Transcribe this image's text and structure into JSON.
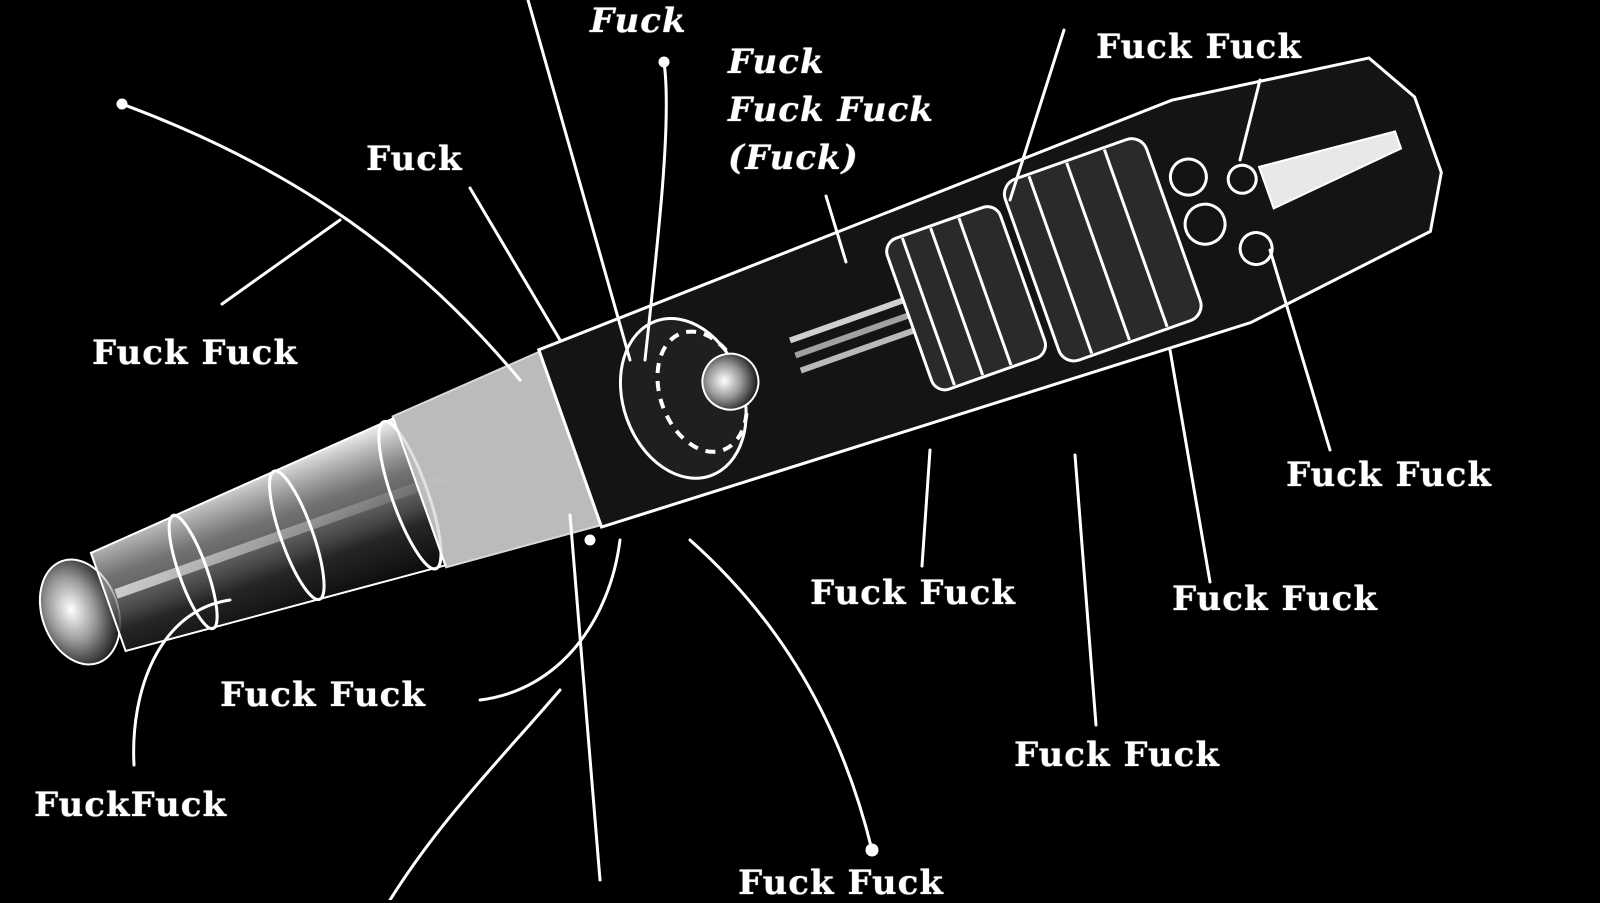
{
  "labels": {
    "top_center": "Fuck",
    "upper_center_line1": "Fuck",
    "upper_center_line2": "Fuck Fuck",
    "upper_center_line3": "(Fuck)",
    "top_right": "Fuck Fuck",
    "upper_left": "Fuck",
    "left_middle": "Fuck Fuck",
    "right_middle": "Fuck Fuck",
    "lower_center": "Fuck Fuck",
    "lower_right": "Fuck Fuck",
    "lower_left": "Fuck Fuck",
    "bottom_left": "FuckFuck",
    "bottom_center_right": "Fuck Fuck",
    "bottom_center": "Fuck Fuck"
  },
  "colors": {
    "background": "#000000",
    "ink": "#ffffff"
  }
}
